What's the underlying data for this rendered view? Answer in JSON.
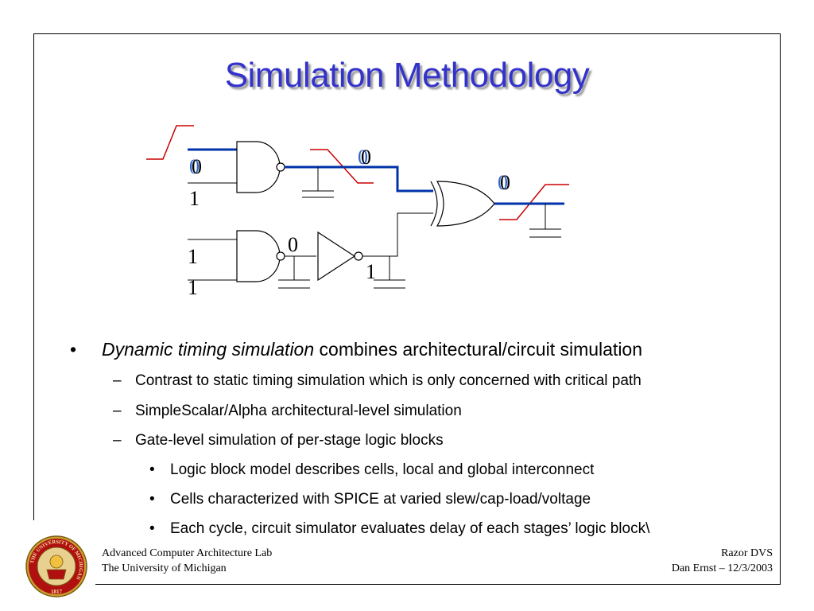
{
  "slide": {
    "title": "Simulation Methodology",
    "bullets": {
      "main_italic": "Dynamic timing simulation",
      "main_rest": " combines architectural/circuit simulation",
      "sub": [
        "Contrast to static timing simulation which is only concerned with critical path",
        "SimpleScalar/Alpha architectural-level simulation",
        "Gate-level simulation of per-stage logic blocks"
      ],
      "subsub": [
        "Logic block model describes cells, local and global interconnect",
        "Cells characterized with SPICE at varied slew/cap-load/voltage",
        "Each cycle, circuit simulator evaluates delay of each stages’ logic block\\"
      ],
      "bullet_glyph": "•",
      "dash_glyph": "–"
    },
    "circuit": {
      "labels": {
        "in_a": "0",
        "in_b": "1",
        "in_c": "1",
        "in_d": "1",
        "nand1_out": "0",
        "nand2_out": "0",
        "inv_out": "1",
        "xor_out": "0"
      }
    },
    "footer": {
      "left_line1": "Advanced Computer Architecture Lab",
      "left_line2": "The University of Michigan",
      "right_line1": "Razor DVS",
      "right_line2": "Dan Ernst – 12/3/2003"
    },
    "seal": {
      "ring_text": "THE UNIVERSITY OF MICHIGAN",
      "year": "1817"
    },
    "colors": {
      "title": "#3333cc",
      "highlight_wire": "#0033aa",
      "waveform": "#cc0000",
      "seal_gold": "#c8a030",
      "seal_red": "#b01010"
    }
  }
}
